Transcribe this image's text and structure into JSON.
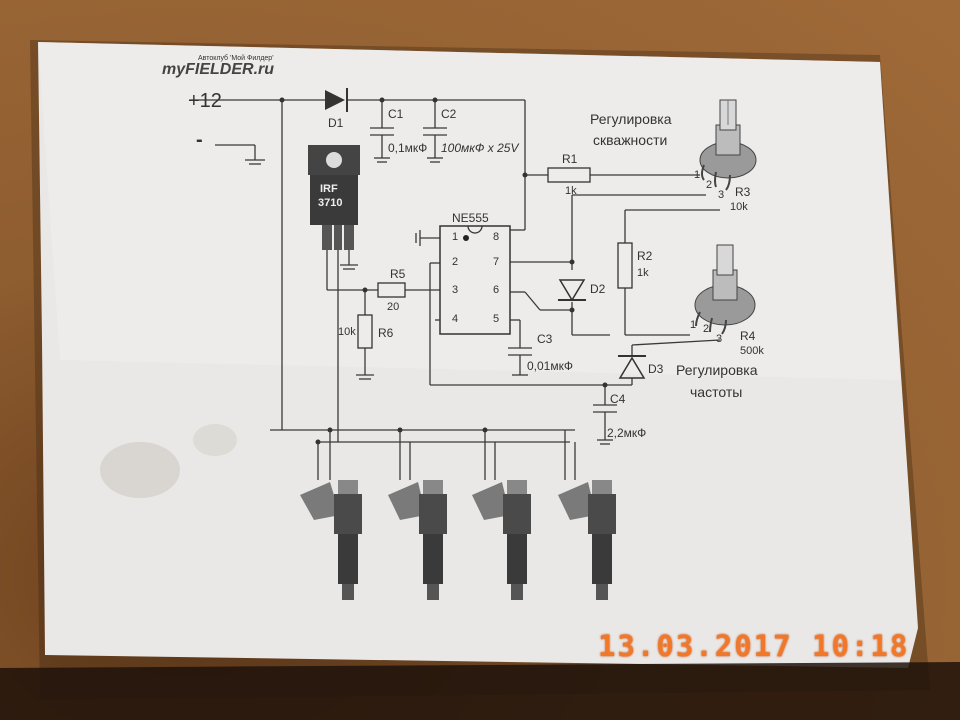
{
  "header": {
    "logo": "myFIELDER.ru",
    "logo_tagline": "Автоклуб 'Мой Филдер'"
  },
  "power": {
    "plus": "+12",
    "minus": "-"
  },
  "components": {
    "d1": "D1",
    "c1": "C1",
    "c1_val": "0,1мкФ",
    "c2": "C2",
    "c2_val": "100мкФ x 25V",
    "r1": "R1",
    "r1_val": "1k",
    "transistor_name": "IRF",
    "transistor_part": "3710",
    "ic": "NE555",
    "pin1": "1",
    "pin2": "2",
    "pin3": "3",
    "pin4": "4",
    "pin5": "5",
    "pin6": "6",
    "pin7": "7",
    "pin8": "8",
    "r5": "R5",
    "r5_val": "20",
    "r6": "R6",
    "r6_val": "10k",
    "c3": "C3",
    "c3_val": "0,01мкФ",
    "d2": "D2",
    "d3": "D3",
    "r2": "R2",
    "r2_val": "1k",
    "r3": "R3",
    "r3_val": "10k",
    "r4": "R4",
    "r4_val": "500k",
    "c4": "C4",
    "c4_val": "2,2мкФ",
    "pot_pin1": "1",
    "pot_pin2": "2",
    "pot_pin3": "3"
  },
  "captions": {
    "duty_line1": "Регулировка",
    "duty_line2": "скважности",
    "freq_line1": "Регулировка",
    "freq_line2": "частоты"
  },
  "timestamp": "13.03.2017 10:18",
  "colors": {
    "paper": "#ebeae8",
    "ink": "#3a3a3a",
    "stamp": "#f07828",
    "desk": "#8e5d30"
  }
}
